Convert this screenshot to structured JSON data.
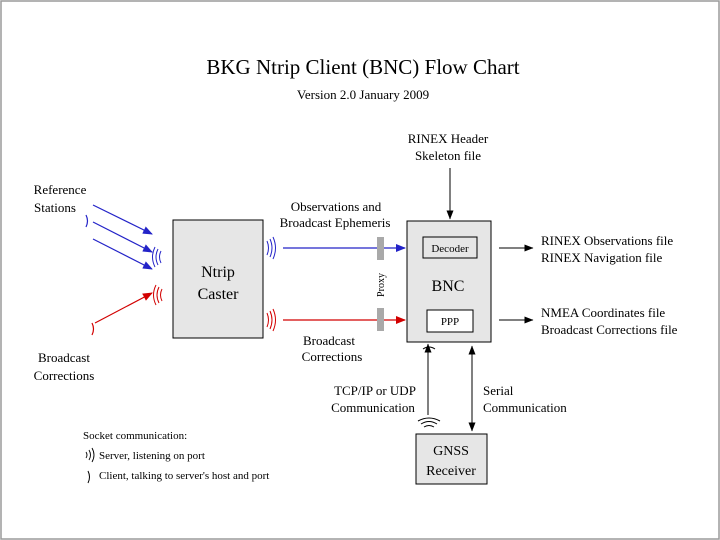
{
  "title": "BKG Ntrip Client (BNC)  Flow Chart",
  "subtitle": "Version 2.0 January 2009",
  "labels": {
    "reference_stations": [
      "Reference",
      "Stations"
    ],
    "broadcast_corrections_source": [
      "Broadcast",
      "Corrections"
    ],
    "ntrip_caster": [
      "Ntrip",
      "Caster"
    ],
    "obs_and_ephemeris": [
      "Observations and",
      "Broadcast Ephemeris"
    ],
    "broadcast_corrections_flow": [
      "Broadcast",
      "Corrections"
    ],
    "proxy": "Proxy",
    "rinex_header": [
      "RINEX Header",
      "Skeleton file"
    ],
    "bnc": "BNC",
    "decoder": "Decoder",
    "ppp": "PPP",
    "rinex_outputs": [
      "RINEX Observations file",
      "RINEX Navigation file"
    ],
    "nmea_outputs": [
      "NMEA Coordinates file",
      "Broadcast Corrections file"
    ],
    "tcpip": [
      "TCP/IP or UDP",
      "Communication"
    ],
    "serial": [
      "Serial",
      "Communication"
    ],
    "gnss_receiver": [
      "GNSS",
      "Receiver"
    ]
  },
  "legend": {
    "title": "Socket communication:",
    "server": "Server, listening on port",
    "client": "Client, talking to server's host and port"
  },
  "colors": {
    "observation_flow": "#2323c8",
    "correction_flow": "#d20000",
    "box_fill": "#e6e6e6",
    "proxy_bar": "#a9a9a9"
  }
}
